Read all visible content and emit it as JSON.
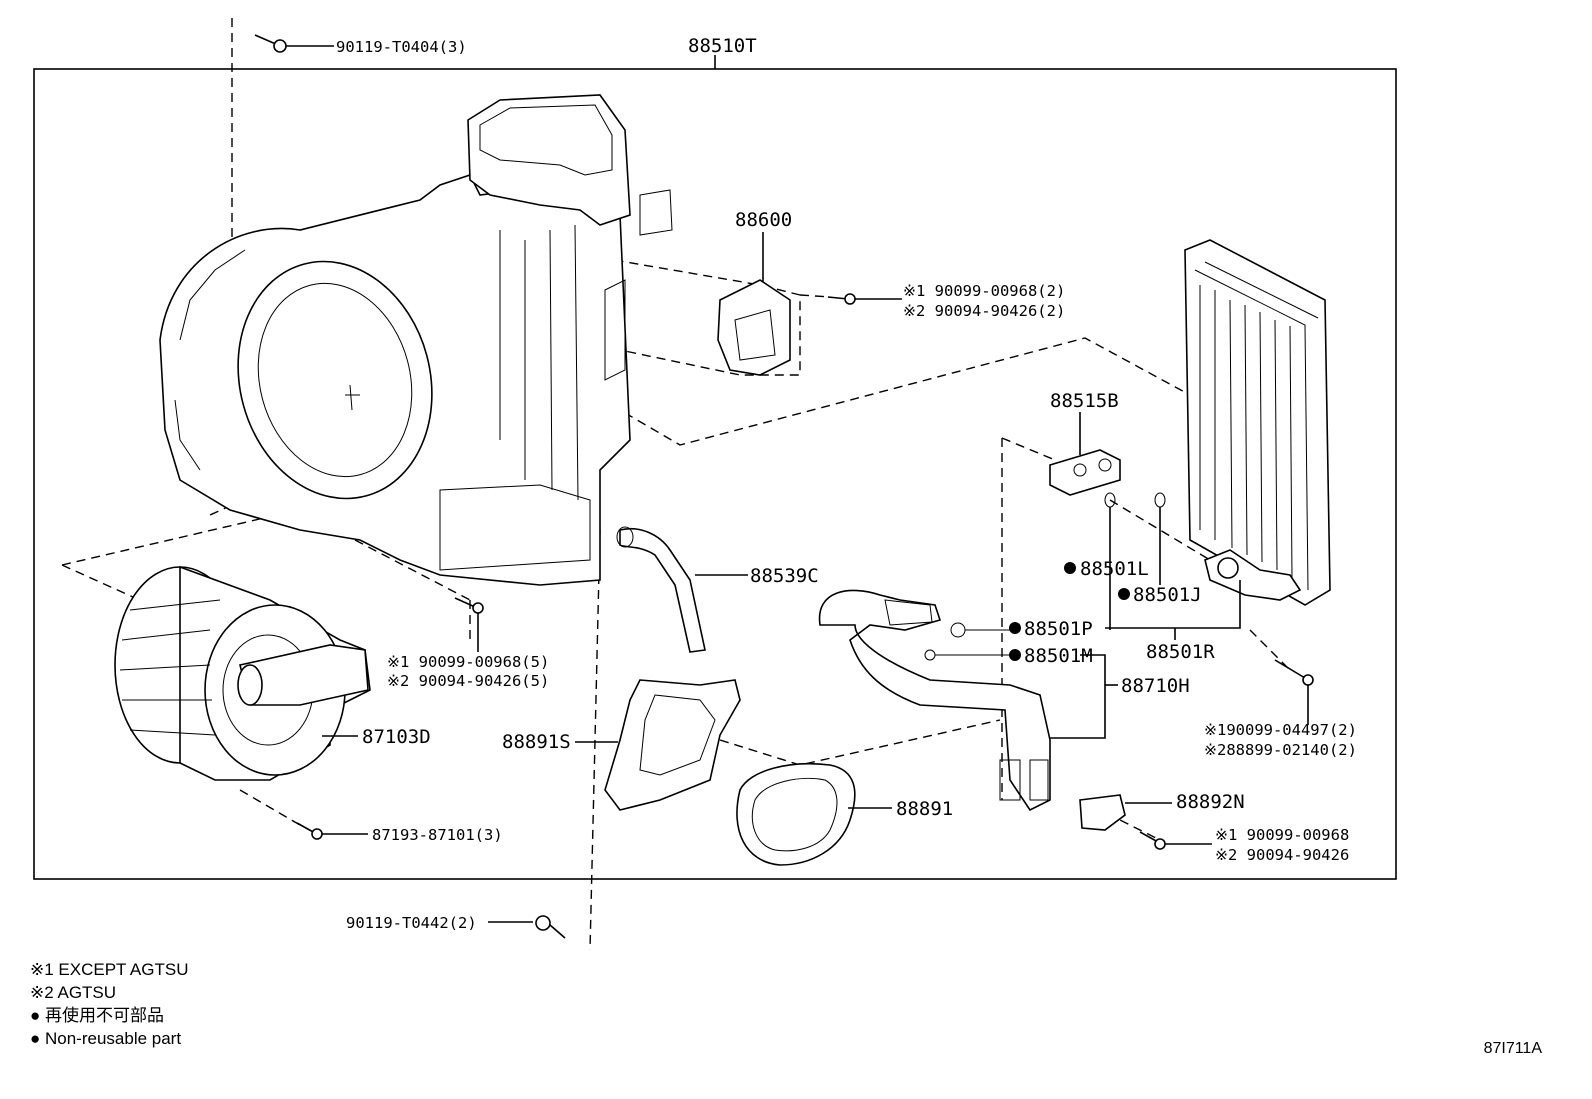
{
  "labels": {
    "assembly": "88510T",
    "bolt_top": "90119-T0404(3)",
    "resistor": "88600",
    "resistor_screw_1": "※1 90099-00968(2)",
    "resistor_screw_2": "※2 90094-90426(2)",
    "valve": "88515B",
    "oring_l": "88501L",
    "oring_j": "88501J",
    "oring_r": "88501R",
    "oring_p": "88501P",
    "oring_m": "88501M",
    "tube": "88710H",
    "evap_screw_1": "※190099-04497(2)",
    "evap_screw_2": "※288899-02140(2)",
    "drain_hose": "88539C",
    "seal_plate": "88891S",
    "seal": "88891",
    "clamp": "88892N",
    "clamp_screw_1": "※1 90099-00968",
    "clamp_screw_2": "※2 90094-90426",
    "blower": "87103D",
    "blower_screw": "87193-87101(3)",
    "case_screw_1": "※1 90099-00968(5)",
    "case_screw_2": "※2 90094-90426(5)",
    "bolt_bottom": "90119-T0442(2)"
  },
  "legend": {
    "line1": "※1 EXCEPT AGTSU",
    "line2": "※2 AGTSU",
    "line3": "● 再使用不可部品",
    "line4": "● Non-reusable part"
  },
  "reference": "87I711A"
}
